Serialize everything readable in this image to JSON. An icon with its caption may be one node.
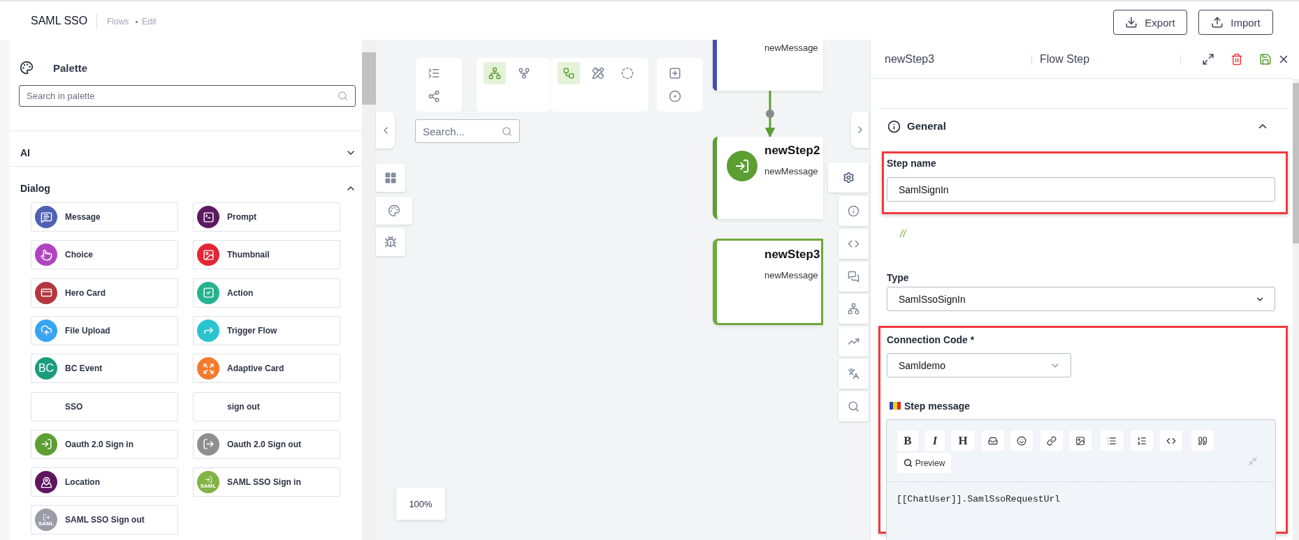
{
  "diagram": {
    "nodes": [
      {
        "text": [
          "newMessage"
        ]
      },
      {
        "text": [
          "newStep2",
          "newMessage"
        ]
      },
      {
        "text": [
          "newStep3",
          "newMessage"
        ]
      }
    ],
    "edges": [
      {
        "from": 0,
        "to": 1,
        "arrow": "to"
      }
    ],
    "labels": [
      "SAML SSO",
      "Flows",
      "Edit",
      "Export",
      "Import",
      "Palette",
      "Search in palette",
      "AI",
      "Dialog",
      "Message",
      "Prompt",
      "Choice",
      "Thumbnail",
      "Hero Card",
      "Action",
      "File Upload",
      "Trigger Flow",
      "BC",
      "BC Event",
      "Adaptive Card",
      "SSO",
      "sign out",
      "Oauth 2.0 Sign in",
      "Oauth 2.0 Sign out",
      "Location",
      "SAML",
      "SAML SSO Sign in",
      "SAML",
      "SAML SSO Sign out",
      "Search...",
      "100%",
      "newStep3",
      "Flow Step",
      "General",
      "Step name",
      "SamlSignIn",
      "//",
      "Type",
      "SamlSsoSignIn",
      "Connection Code *",
      "Samldemo",
      "Step message",
      "B",
      "I",
      "H",
      "Preview",
      "[[ChatUser]].SamlSsoRequestUrl"
    ]
  }
}
